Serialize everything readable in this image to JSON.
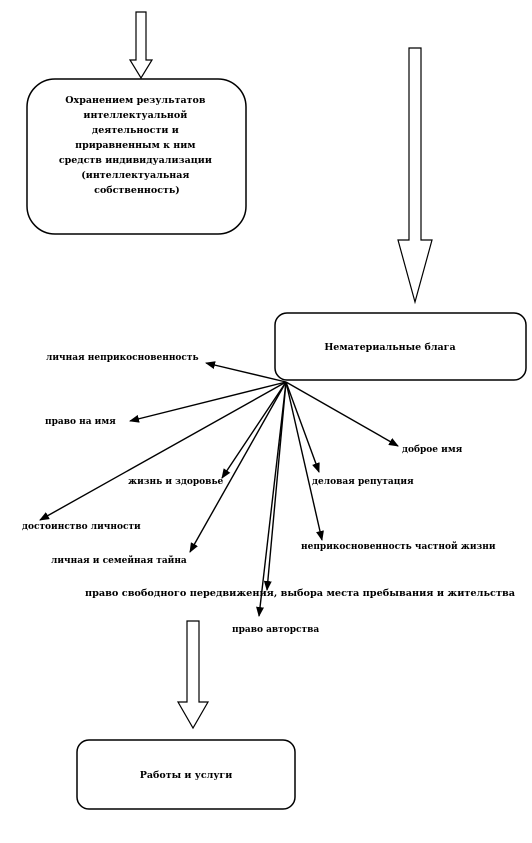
{
  "boxes": {
    "top_left": {
      "lines": [
        "Охранением результатов",
        "интеллектуальной",
        "деятельности и",
        "приравненным к ним",
        "средств индивидуализации",
        "(интеллектуальная",
        "собственность)"
      ]
    },
    "right": {
      "label": "Нематериальные блага"
    },
    "bottom": {
      "label": "Работы и услуги"
    }
  },
  "labels": {
    "l1": "личная неприкосновенность",
    "l2": "право на имя",
    "l3": "доброе имя",
    "l4": "жизнь и здоровье",
    "l5": "деловая репутация",
    "l6": "достоинство личности",
    "l7": "личная и семейная тайна",
    "l8": "неприкосновенность частной жизни",
    "l9": "право свободного передвижения, выбора места пребывания и жительства",
    "l10": "право авторства"
  }
}
